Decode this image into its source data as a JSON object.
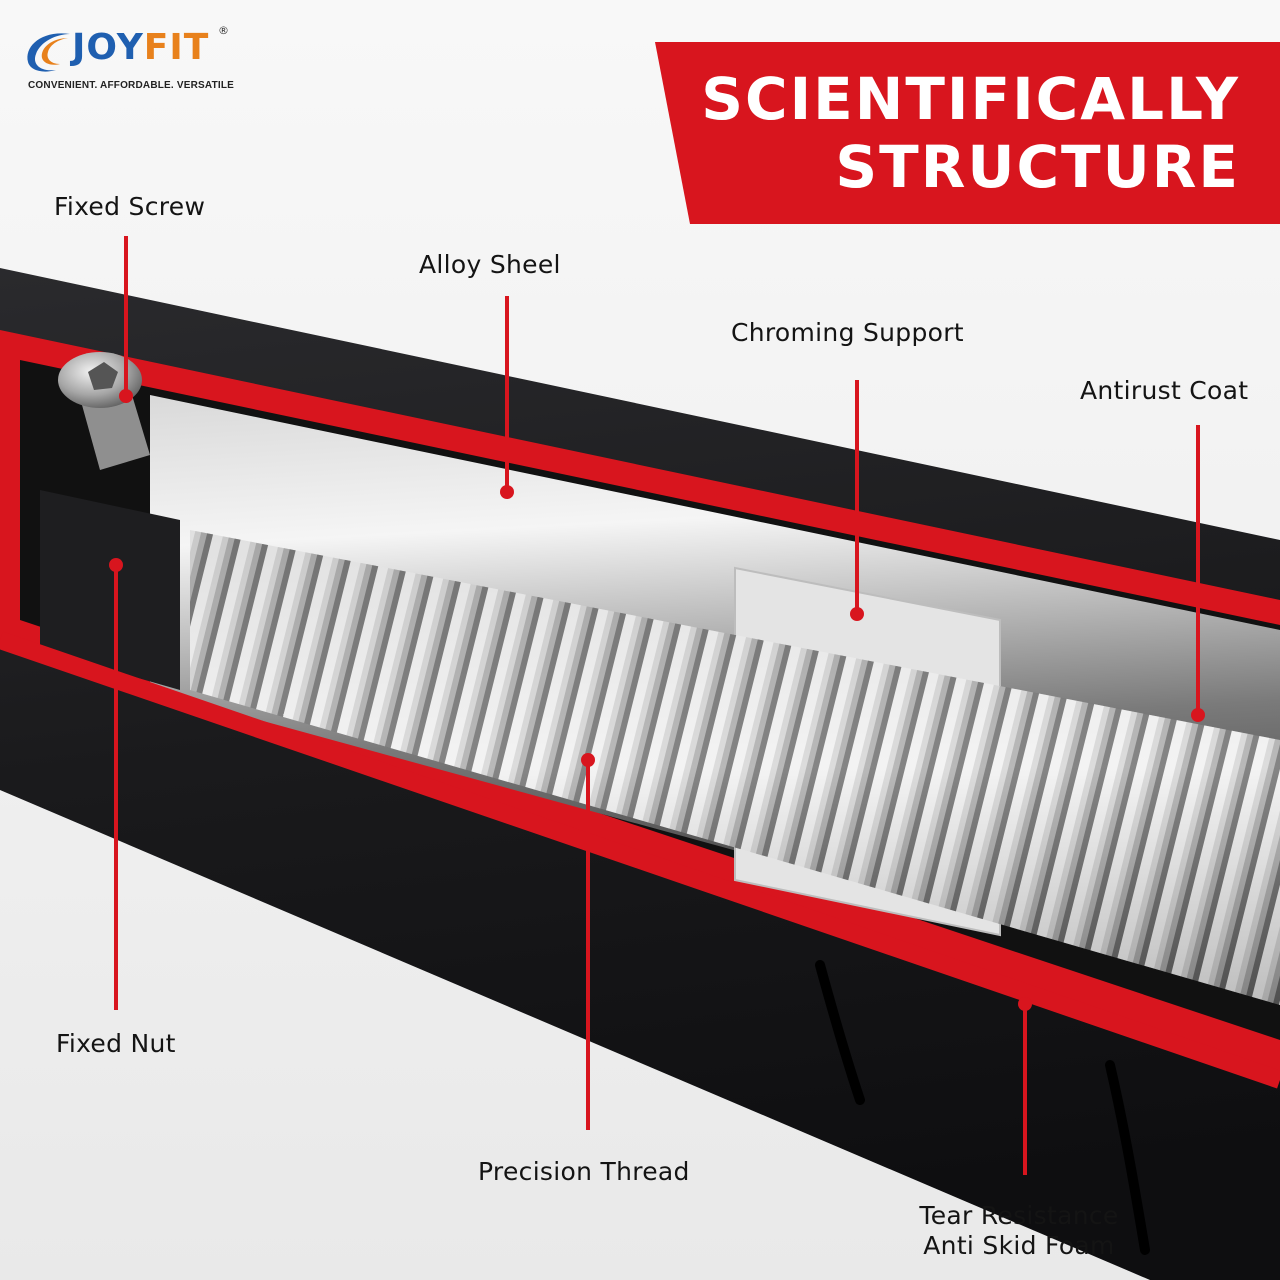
{
  "brand": {
    "name_part1": "JOY",
    "name_part2": "FIT",
    "registered_mark": "®",
    "tagline": "CONVENIENT. AFFORDABLE. VERSATILE",
    "colors": {
      "primary": "#1f5fb0",
      "secondary": "#e8811c"
    }
  },
  "banner": {
    "title_line1": "SCIENTIFICALLY",
    "title_line2": "STRUCTURE",
    "colors": {
      "background": "#d8151e",
      "text": "#ffffff"
    }
  },
  "callouts": [
    {
      "id": "fixed-screw",
      "label": "Fixed Screw"
    },
    {
      "id": "alloy-sheel",
      "label": "Alloy Sheel"
    },
    {
      "id": "chroming-support",
      "label": "Chroming Support"
    },
    {
      "id": "antirust-coat",
      "label": "Antirust Coat"
    },
    {
      "id": "fixed-nut",
      "label": "Fixed Nut"
    },
    {
      "id": "precision-thread",
      "label": "Precision Thread"
    },
    {
      "id": "tear-resistance",
      "label_line1": "Tear Resistance",
      "label_line2": "Anti Skid Foam"
    }
  ],
  "colors": {
    "accent_red": "#d8151e",
    "foam_black": "#1b1b1d",
    "label_text": "#141414"
  }
}
